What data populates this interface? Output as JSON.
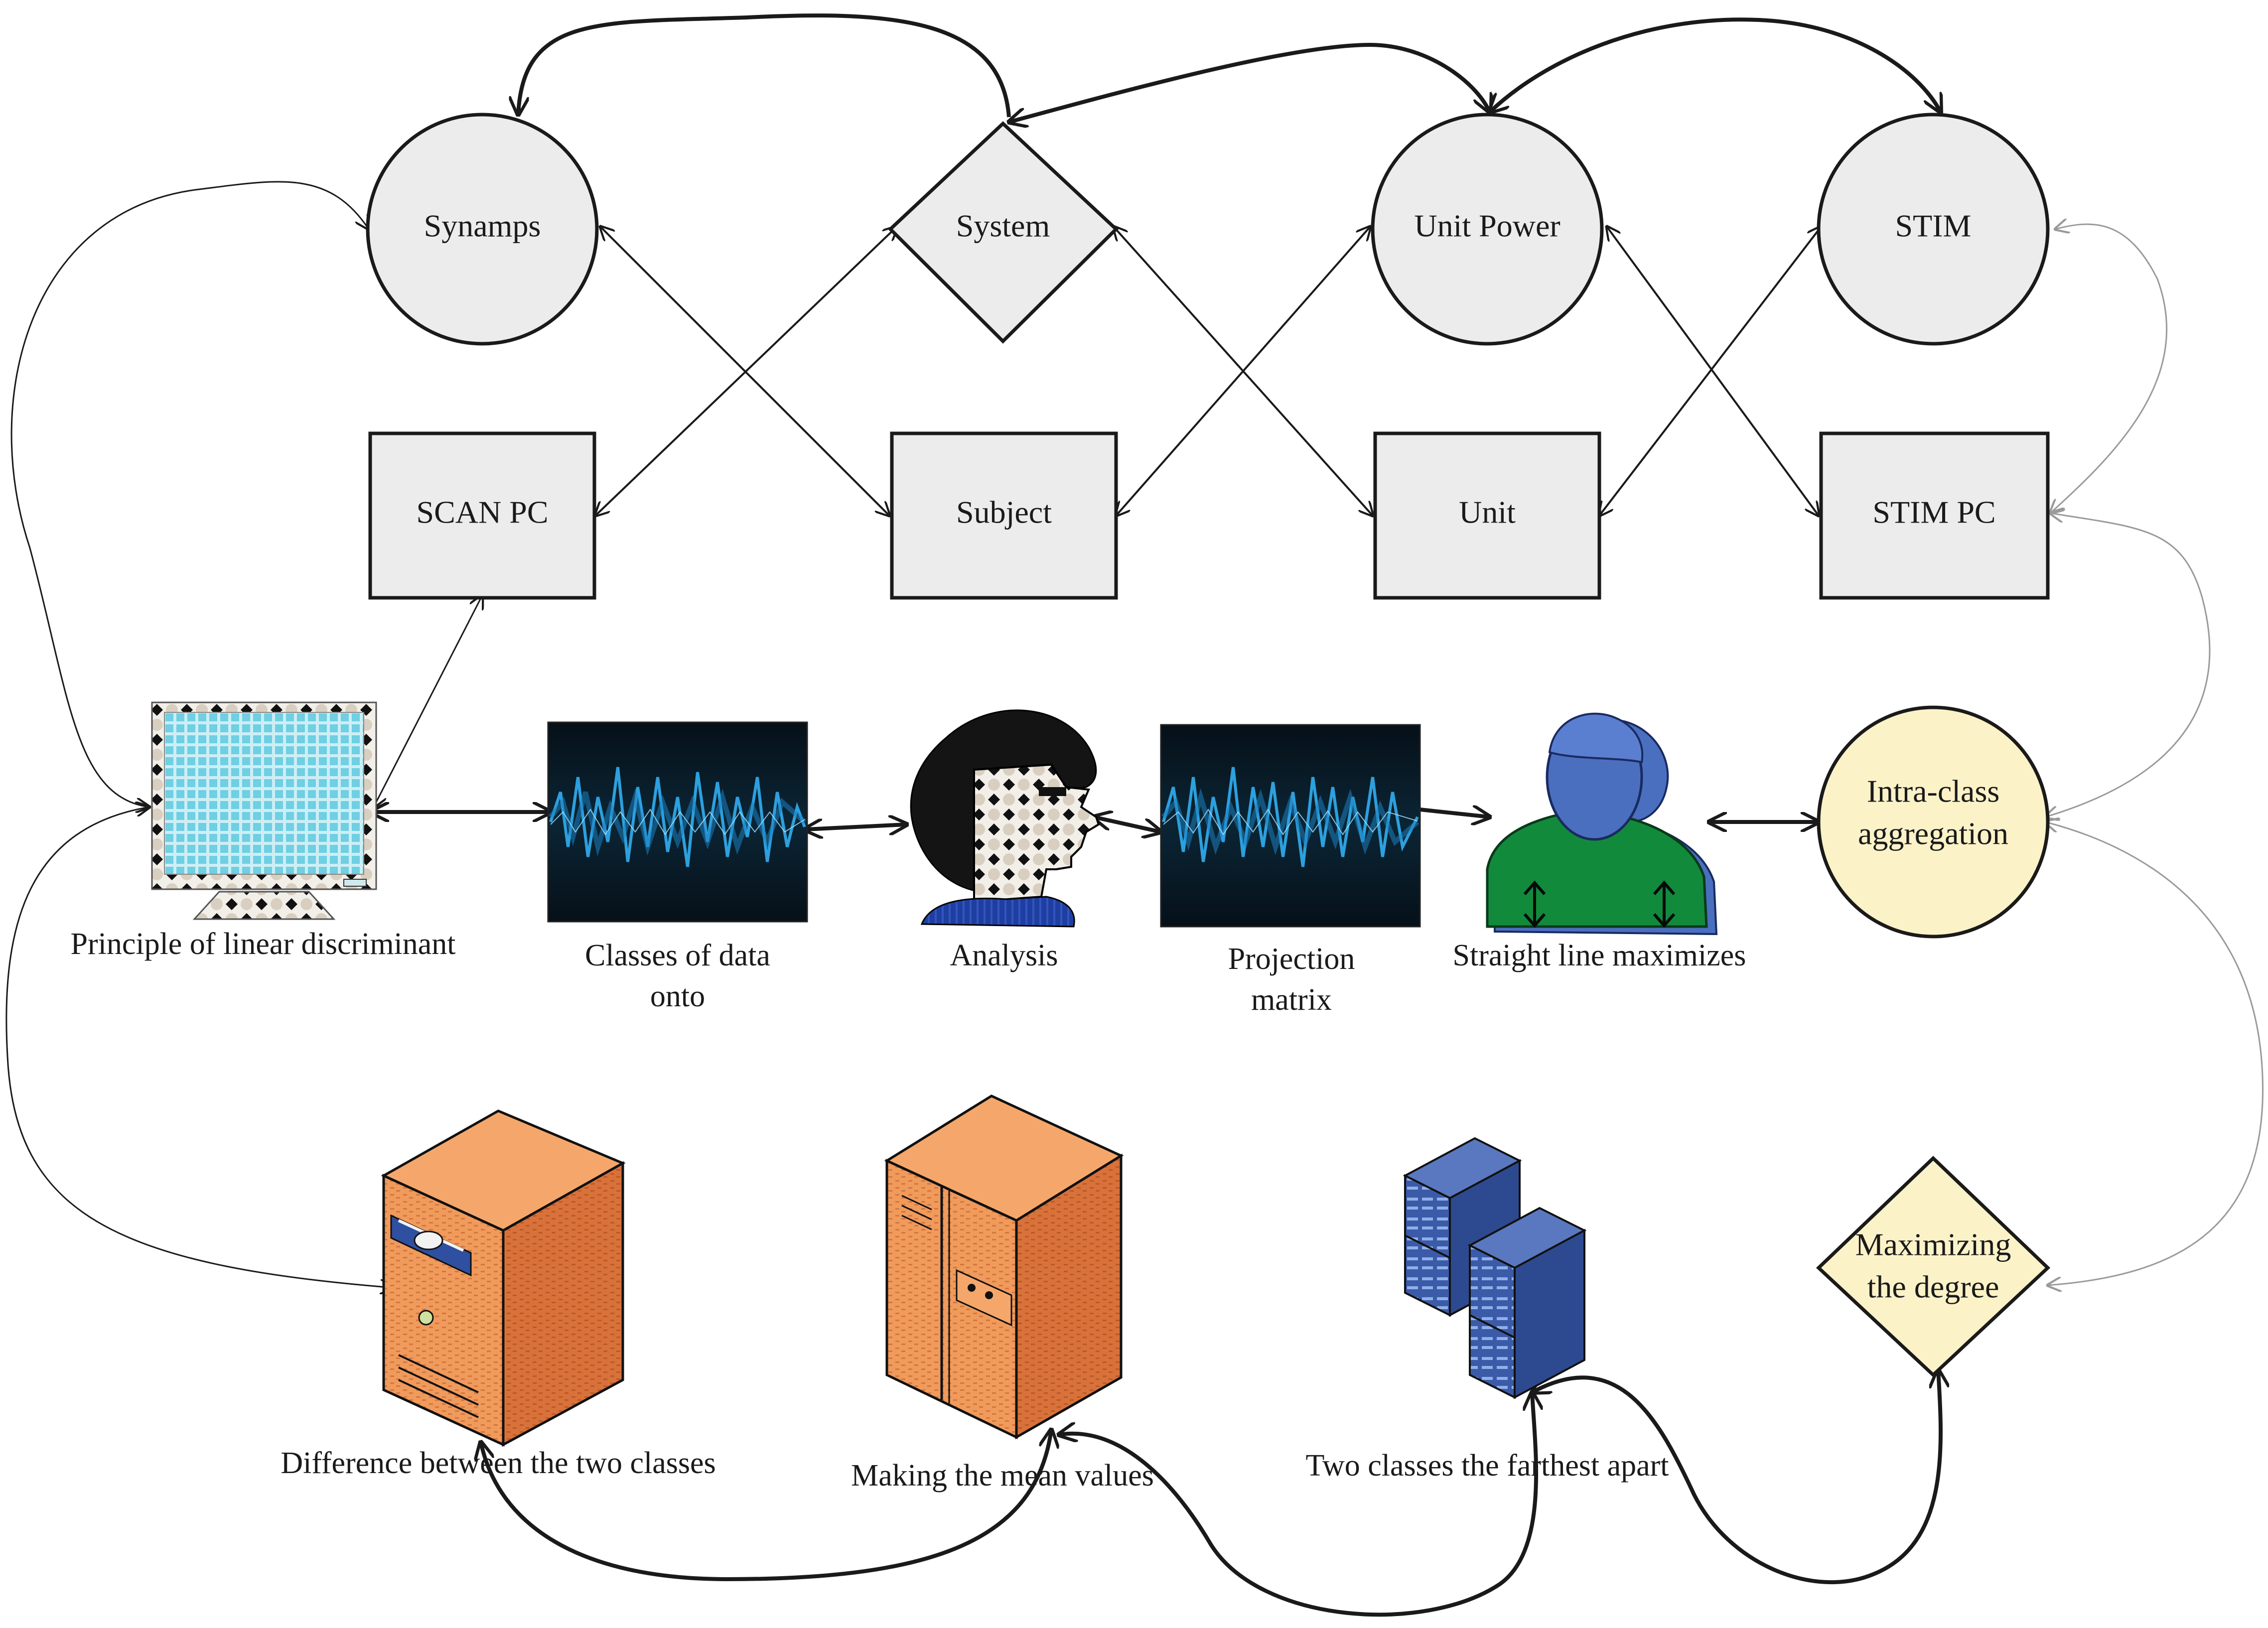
{
  "colors": {
    "node_fill": "#ececec",
    "intra_fill": "#fcf2c8",
    "diamond_fill": "#fcf2c8",
    "server_orange": "#f09a5c",
    "server_dark": "#d8723a",
    "person_green": "#128a3c",
    "person_blue": "#4a6fbf",
    "wave_blue": "#2fa8e8",
    "wave_bg": "#061018",
    "monitor_screen": "#8fd8e8"
  },
  "nodes": {
    "synamps": "Synamps",
    "system": "System",
    "unit_power": "Unit Power",
    "stim": "STIM",
    "scan_pc": "SCAN PC",
    "subject": "Subject",
    "unit": "Unit",
    "stim_pc": "STIM PC",
    "intra_line1": "Intra-class",
    "intra_line2": "aggregation",
    "maximizing_line1": "Maximizing",
    "maximizing_line2": "the degree"
  },
  "captions": {
    "monitor": "Principle of linear discriminant",
    "wave1_line1": "Classes of data",
    "wave1_line2": "onto",
    "analysis": "Analysis",
    "wave2_line1": "Projection",
    "wave2_line2": "matrix",
    "person": "Straight line maximizes",
    "server1": "Difference between the two classes",
    "server2": "Making the mean values",
    "rack": "Two classes the farthest apart"
  },
  "icons": {
    "monitor": "monitor-icon",
    "wave1": "waveform-image",
    "analysis": "head-profile-icon",
    "wave2": "waveform-image",
    "person": "user-icon",
    "server1": "server-tower-icon",
    "server2": "server-cabinet-icon",
    "rack": "rack-servers-icon"
  }
}
